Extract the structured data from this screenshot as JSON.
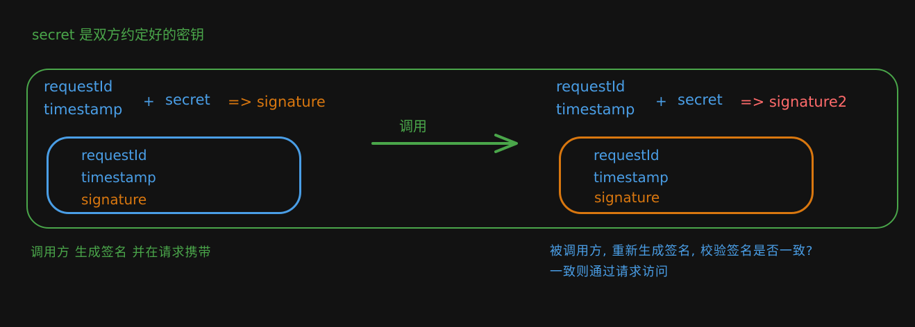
{
  "header_note": "secret 是双方约定好的密钥",
  "left": {
    "inputs": [
      "requestId",
      "timestamp"
    ],
    "plus": "+",
    "secret": "secret",
    "result": "=> signature",
    "box_items": [
      "requestId",
      "timestamp",
      "signature"
    ],
    "caption": "调用方 生成签名 并在请求携带"
  },
  "arrow_label": "调用",
  "right": {
    "inputs": [
      "requestId",
      "timestamp"
    ],
    "plus": "+",
    "secret": "secret",
    "result": "=> signature2",
    "box_items": [
      "requestId",
      "timestamp",
      "signature"
    ],
    "caption_lines": [
      "被调用方, 重新生成签名, 校验签名是否一致?",
      "一致则通过请求访问"
    ]
  },
  "colors": {
    "background": "#121212",
    "green": "#4aa64a",
    "blue": "#4a9ee6",
    "orange": "#d9770f",
    "red": "#ff6b6b"
  }
}
